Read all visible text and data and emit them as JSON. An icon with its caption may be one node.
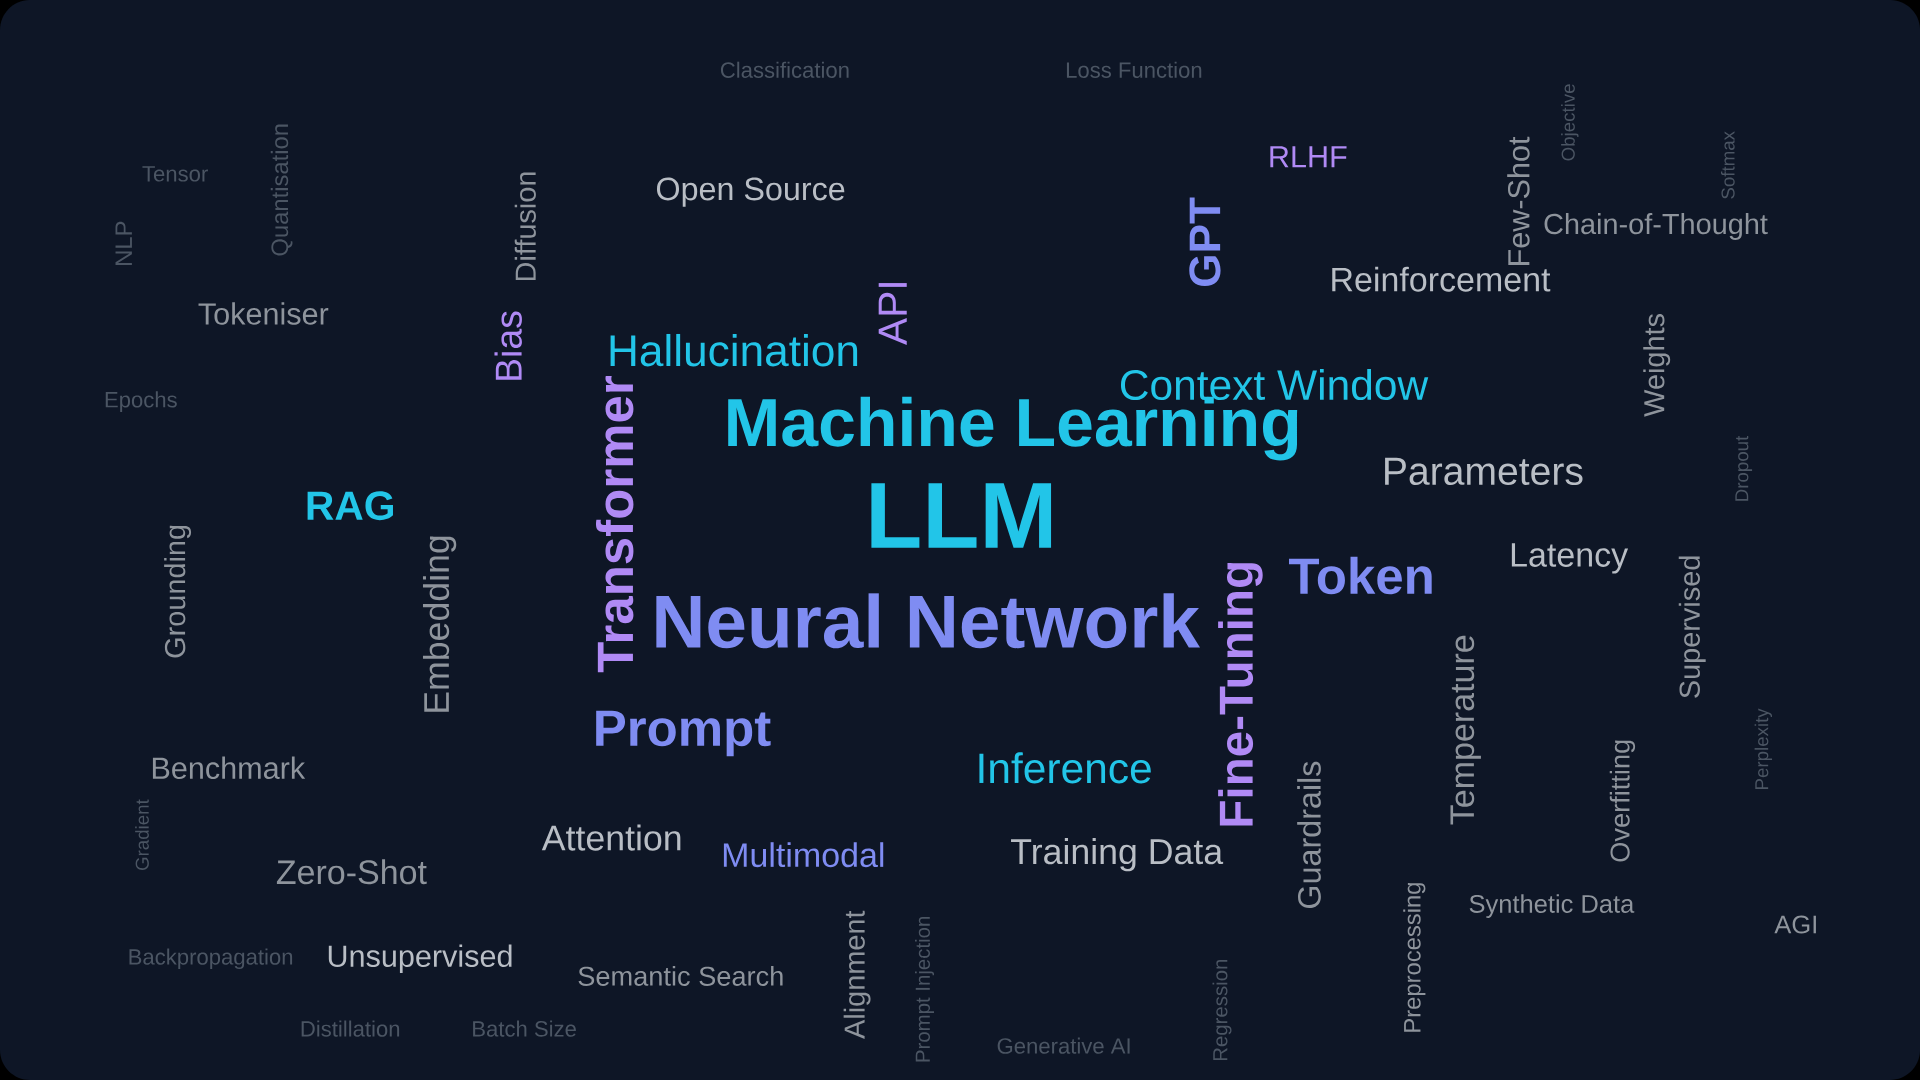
{
  "diagram": {
    "labels": [
      "Classification",
      "Loss Function",
      "Objective",
      "Softmax",
      "RLHF",
      "Tensor",
      "Quantisation",
      "NLP",
      "Diffusion",
      "Open Source",
      "GPT",
      "Few-Shot",
      "Chain-of-Thought",
      "Reinforcement",
      "API",
      "Tokeniser",
      "Bias",
      "Hallucination",
      "Weights",
      "Epochs",
      "Context Window",
      "Machine Learning",
      "Dropout",
      "Parameters",
      "Transformer",
      "RAG",
      "LLM",
      "Grounding",
      "Embedding",
      "Token",
      "Latency",
      "Supervised",
      "Neural Network",
      "Fine-Tuning",
      "Temperature",
      "Perplexity",
      "Prompt",
      "Overfitting",
      "Benchmark",
      "Inference",
      "Gradient",
      "Guardrails",
      "Attention",
      "Multimodal",
      "Training Data",
      "Zero-Shot",
      "Synthetic Data",
      "AGI",
      "Backpropagation",
      "Distillation",
      "Unsupervised",
      "Batch Size",
      "Semantic Search",
      "Alignment",
      "Prompt Injection",
      "Generative AI",
      "Regression",
      "Preprocessing"
    ]
  }
}
